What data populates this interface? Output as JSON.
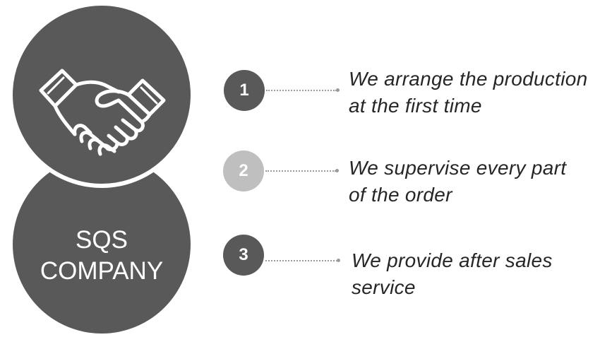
{
  "company": {
    "line1": "SQS",
    "line2": "COMPANY"
  },
  "icon": "handshake-icon",
  "colors": {
    "dark_circle": "#595959",
    "light_circle": "#bfbfbf",
    "connector": "#9a9a9a",
    "text": "#262626"
  },
  "steps": [
    {
      "number": "1",
      "line1": "We arrange the production",
      "line2": "at the first time"
    },
    {
      "number": "2",
      "line1": "We supervise every part",
      "line2": "of the order"
    },
    {
      "number": "3",
      "line1": "We provide after sales",
      "line2": "service"
    }
  ]
}
